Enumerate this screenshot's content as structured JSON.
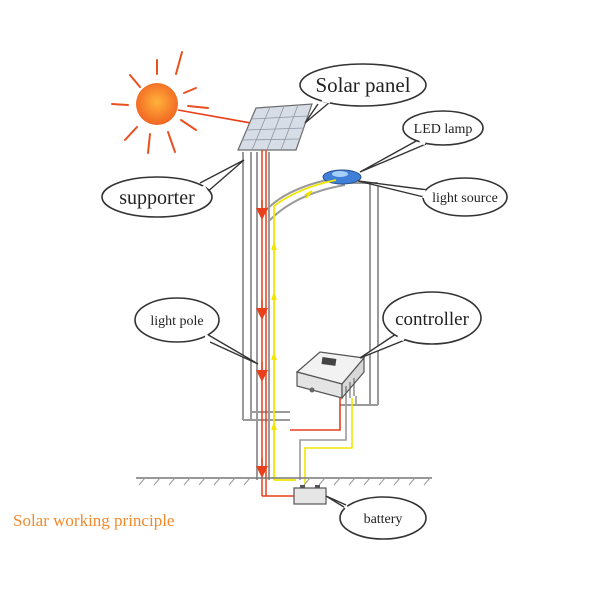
{
  "labels": {
    "solar_panel": "Solar panel",
    "led_lamp": "LED lamp",
    "light_source": "light source",
    "supporter": "supporter",
    "light_pole": "light pole",
    "controller": "controller",
    "battery": "battery"
  },
  "caption": "Solar working principle",
  "colors": {
    "sun": "#f7941d",
    "sun_core": "#f26522",
    "ray": "#e8501f",
    "charge_wire": "#e8401c",
    "power_wire": "#f2e600",
    "pole": "#9a9a9a",
    "caption": "#f28a2c",
    "lamp": "#3f7fd8"
  },
  "icons": [
    "sun-icon",
    "solar-panel-icon",
    "led-lamp-icon",
    "controller-icon",
    "battery-icon",
    "ground-icon"
  ]
}
